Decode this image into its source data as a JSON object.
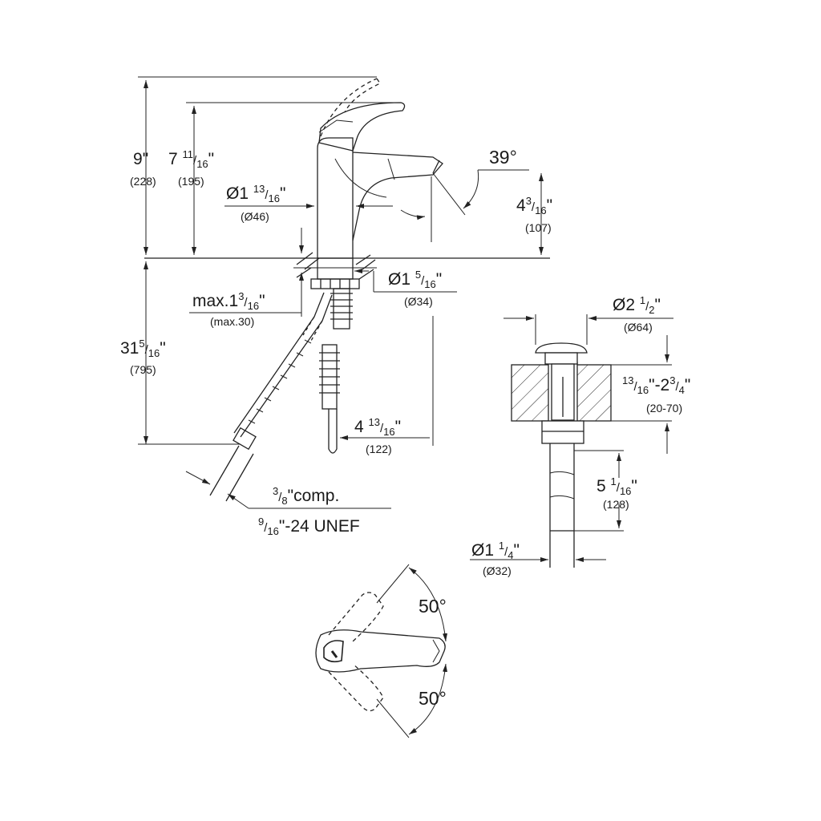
{
  "dimensions": {
    "total_height": {
      "whole": "9",
      "unit": "\"",
      "mm": "(228)"
    },
    "spout_height": {
      "whole": "7",
      "num": "11",
      "den": "16",
      "unit": "\"",
      "mm": "(195)"
    },
    "body_diameter": {
      "whole": "Ø1",
      "num": "13",
      "den": "16",
      "unit": "\"",
      "mm": "(Ø46)"
    },
    "spout_angle": "39°",
    "outlet_height": {
      "whole": "4",
      "num": "3",
      "den": "16",
      "unit": "\"",
      "mm": "(107)"
    },
    "mount_diameter": {
      "whole": "Ø1",
      "num": "5",
      "den": "16",
      "unit": "\"",
      "mm": "(Ø34)"
    },
    "max_deck": {
      "whole": "max.1",
      "num": "3",
      "den": "16",
      "unit": "\"",
      "mm": "(max.30)"
    },
    "hose_length": {
      "whole": "31",
      "num": "5",
      "den": "16",
      "unit": "\"",
      "mm": "(795)"
    },
    "projection": {
      "whole": "4",
      "num": "13",
      "den": "16",
      "unit": "\"",
      "mm": "(122)"
    },
    "connection_comp": {
      "num": "3",
      "den": "8",
      "text": "\"comp."
    },
    "connection_thread": {
      "num": "9",
      "den": "16",
      "text": "\"-24 UNEF"
    },
    "drain_diameter": {
      "whole": "Ø2",
      "num": "1",
      "den": "2",
      "unit": "\"",
      "mm": "(Ø64)"
    },
    "deck_range": {
      "num": "13",
      "den": "16",
      "mid": "\"-2",
      "num2": "3",
      "den2": "4",
      "unit": "\"",
      "mm": "(20-70)"
    },
    "tailpiece_length": {
      "whole": "5",
      "num": "1",
      "den": "16",
      "unit": "\"",
      "mm": "(128)"
    },
    "tailpiece_diameter": {
      "whole": "Ø1",
      "num": "1",
      "den": "4",
      "unit": "\"",
      "mm": "(Ø32)"
    },
    "lever_rotation_top": "50°",
    "lever_rotation_bottom": "50°"
  }
}
